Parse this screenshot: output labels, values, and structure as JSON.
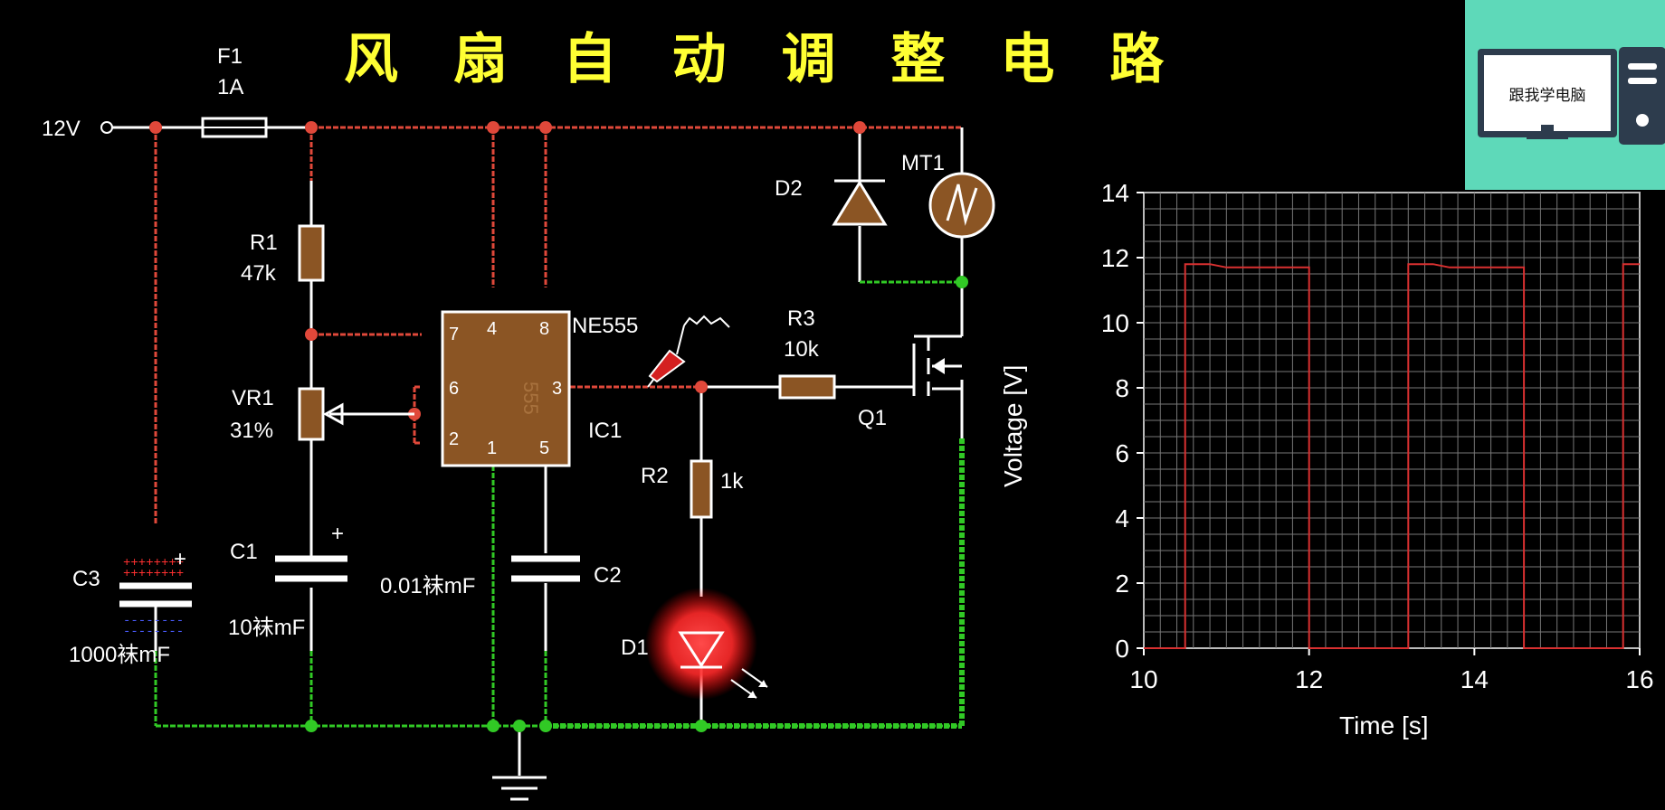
{
  "title": "风 扇 自 动 调 整 电 路",
  "brand": {
    "label": "跟我学电脑"
  },
  "components": {
    "supply": "12V",
    "fuse_name": "F1",
    "fuse_value": "1A",
    "r1_name": "R1",
    "r1_value": "47k",
    "vr1_name": "VR1",
    "vr1_value": "31%",
    "c1_name": "C1",
    "c1_value": "10袜mF",
    "c2_name": "C2",
    "c2_value": "0.01袜mF",
    "c3_name": "C3",
    "c3_value": "1000袜mF",
    "ic_part": "NE555",
    "ic_name": "IC1",
    "ic_body": "555",
    "ic_pins": {
      "p7": "7",
      "p6": "6",
      "p2": "2",
      "p4": "4",
      "p8": "8",
      "p1": "1",
      "p5": "5",
      "p3": "3"
    },
    "r3_name": "R3",
    "r3_value": "10k",
    "r2_name": "R2",
    "r2_value": "1k",
    "d1_name": "D1",
    "d2_name": "D2",
    "q1_name": "Q1",
    "mt1_name": "MT1",
    "plus": "+"
  },
  "colors": {
    "wire_red": "#e0483a",
    "wire_green": "#31c925",
    "wire_white": "#ffffff",
    "component": "#8b5524",
    "trace": "#d83030",
    "title": "#ffff33",
    "brand_bg": "#5ed9b9"
  },
  "chart_data": {
    "type": "line",
    "xlabel": "Time [s]",
    "ylabel": "Voltage [V]",
    "xlim": [
      10,
      16
    ],
    "ylim": [
      0,
      14
    ],
    "xticks": [
      "10",
      "12",
      "14",
      "16"
    ],
    "yticks": [
      "0",
      "2",
      "4",
      "6",
      "8",
      "10",
      "12",
      "14"
    ],
    "grid": true,
    "series": [
      {
        "x": [
          10.0,
          10.5,
          10.5,
          10.8,
          11.0,
          12.0,
          12.0,
          13.2,
          13.2,
          13.5,
          13.7,
          14.6,
          14.6,
          15.8,
          15.8,
          16.0
        ],
        "y": [
          0.0,
          0.0,
          11.8,
          11.8,
          11.7,
          11.7,
          0.0,
          0.0,
          11.8,
          11.8,
          11.7,
          11.7,
          0.0,
          0.0,
          11.8,
          11.8
        ]
      }
    ]
  }
}
